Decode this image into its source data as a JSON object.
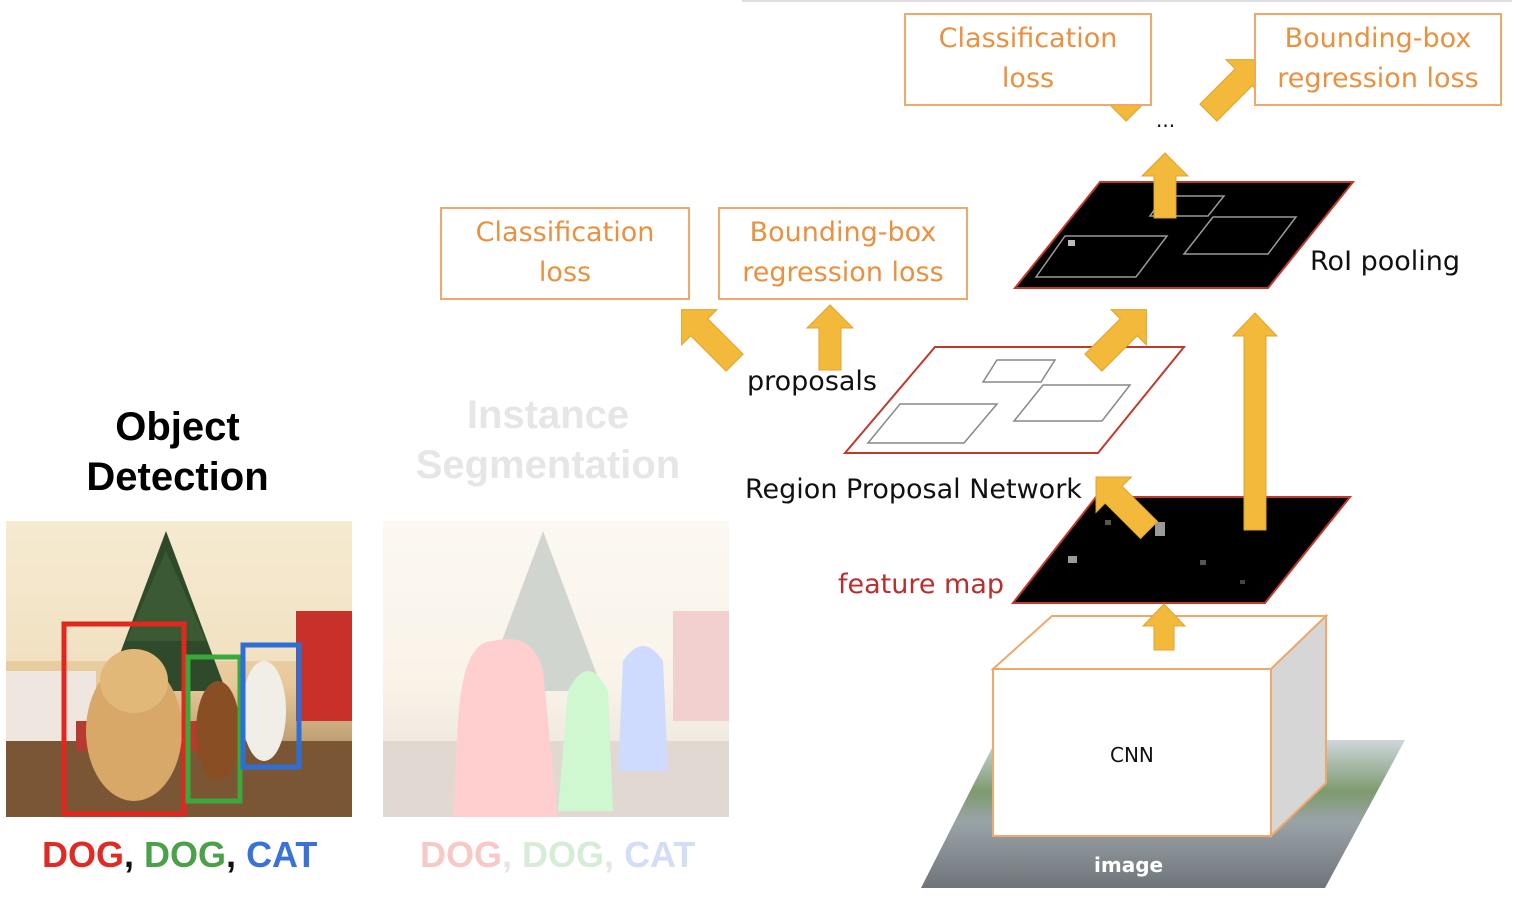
{
  "left_panel": {
    "object_detection": {
      "title_line1": "Object",
      "title_line2": "Detection",
      "labels": [
        {
          "text": "DOG",
          "color": "#e02b24"
        },
        {
          "text": ", ",
          "color": "#111111"
        },
        {
          "text": "DOG",
          "color": "#4aa14a"
        },
        {
          "text": ", ",
          "color": "#111111"
        },
        {
          "text": "CAT",
          "color": "#3a73d8"
        }
      ]
    },
    "instance_segmentation": {
      "title_line1": "Instance",
      "title_line2": "Segmentation",
      "labels": [
        {
          "text": "DOG",
          "color": "#f6c9c7"
        },
        {
          "text": ", ",
          "color": "#e6e6e6"
        },
        {
          "text": "DOG",
          "color": "#d6ecd6"
        },
        {
          "text": ", ",
          "color": "#e6e6e6"
        },
        {
          "text": "CAT",
          "color": "#d3def6"
        }
      ]
    }
  },
  "diagram": {
    "top_losses": {
      "classification": [
        "Classification",
        "loss"
      ],
      "bbox": [
        "Bounding-box",
        "regression loss"
      ]
    },
    "rpn_losses": {
      "classification": [
        "Classification",
        "loss"
      ],
      "bbox": [
        "Bounding-box",
        "regression loss"
      ]
    },
    "ellipsis": "...",
    "roi_pooling": "RoI pooling",
    "proposals": "proposals",
    "rpn": "Region Proposal Network",
    "feature_map": "feature map",
    "cnn": "CNN",
    "image": "image",
    "colors": {
      "arrow": "#f3b93a",
      "loss_border": "#f0a86a",
      "loss_text": "#e8913f",
      "feature_map_text": "#b8302e",
      "plane_border": "#c0392b"
    }
  }
}
